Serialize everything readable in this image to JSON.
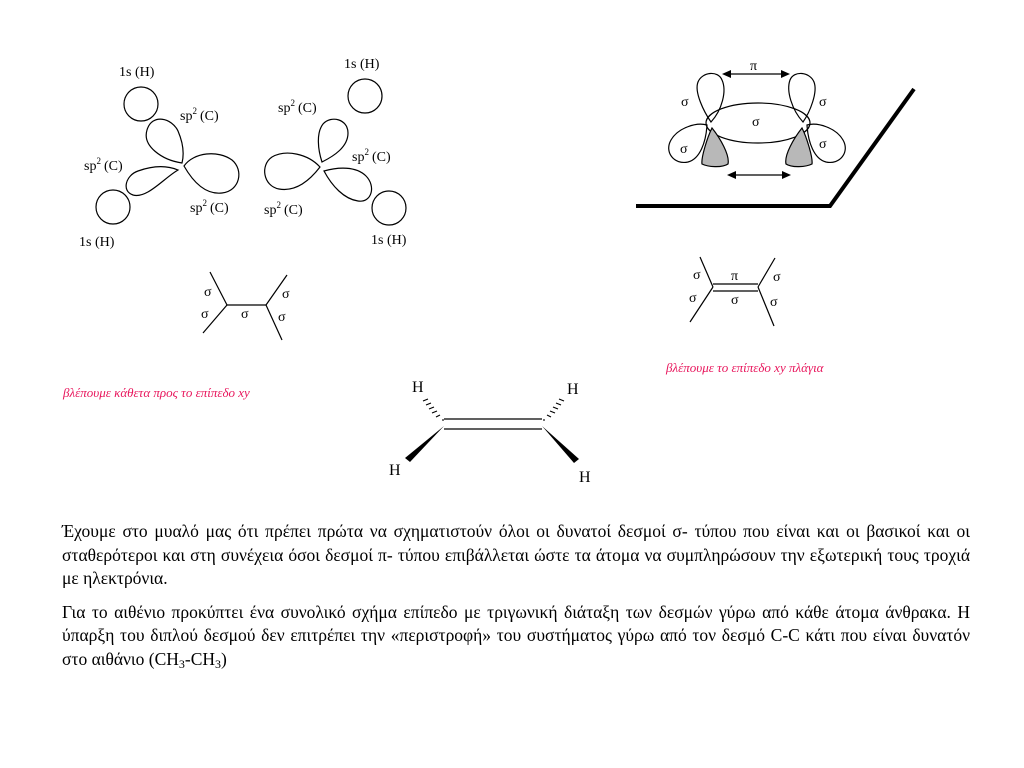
{
  "labels": {
    "h1s": "1s (H)",
    "csp2": "(C)",
    "sp": "sp",
    "sup2": "2",
    "sigma": "σ",
    "pi": "π",
    "H": "H"
  },
  "captions": {
    "left": "βλέπουμε κάθετα προς το επίπεδο xy",
    "right": "βλέπουμε το επίπεδο xy πλάγια"
  },
  "paragraph1": "Έχουμε στο μυαλό μας ότι πρέπει πρώτα να σχηματιστούν όλοι οι δυνατοί δεσμοί σ- τύπου που είναι και οι βασικοί και οι σταθερότεροι και στη συνέχεια όσοι δεσμοί π- τύπου επιβάλλεται ώστε τα άτομα να συμπληρώσουν την εξωτερική τους τροχιά με ηλεκτρόνια.",
  "paragraph2": {
    "text": "Για το αιθένιο προκύπτει ένα συνολικό σχήμα επίπεδο με τριγωνική διάταξη των δεσμών γύρω από κάθε άτομα άνθρακα. Η ύπαρξη του διπλού δεσμού δεν επιτρέπει την «περιστροφή» του συστήματος γύρω από τον δεσμό C-C κάτι που είναι δυνατόν στο αιθάνιο (CH",
    "sub1": "3",
    "mid": "-CH",
    "sub2": "3",
    "end": ")"
  },
  "colors": {
    "caption": "#e8175d",
    "shade": "#b8b8b8"
  }
}
